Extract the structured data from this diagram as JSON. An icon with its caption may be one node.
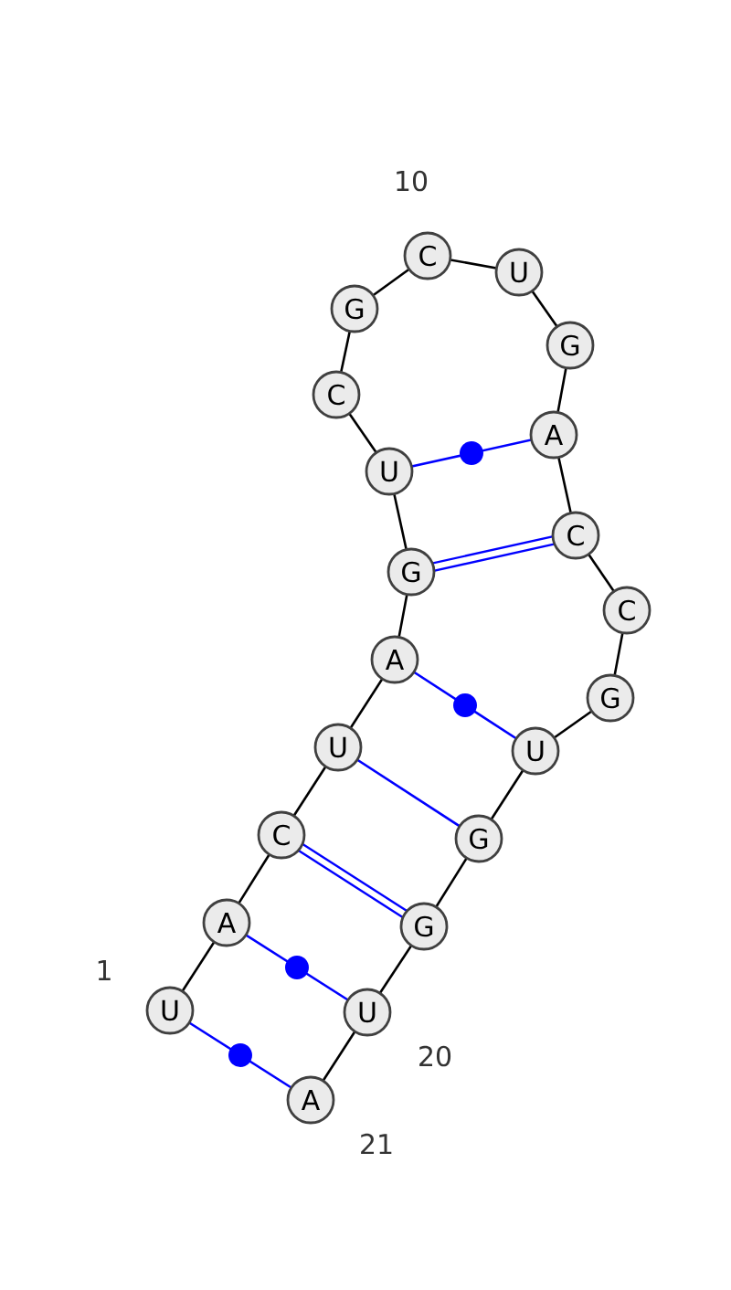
{
  "diagram": {
    "nodes": [
      {
        "text": [
          "U"
        ]
      },
      {
        "text": [
          "A"
        ]
      },
      {
        "text": [
          "C"
        ]
      },
      {
        "text": [
          "U"
        ]
      },
      {
        "text": [
          "A"
        ]
      },
      {
        "text": [
          "G"
        ]
      },
      {
        "text": [
          "U"
        ]
      },
      {
        "text": [
          "C"
        ]
      },
      {
        "text": [
          "G"
        ]
      },
      {
        "text": [
          "C"
        ]
      },
      {
        "text": [
          "U"
        ]
      },
      {
        "text": [
          "G"
        ]
      },
      {
        "text": [
          "A"
        ]
      },
      {
        "text": [
          "C"
        ]
      },
      {
        "text": [
          "C"
        ]
      },
      {
        "text": [
          "G"
        ]
      },
      {
        "text": [
          "U"
        ]
      },
      {
        "text": [
          "G"
        ]
      },
      {
        "text": [
          "G"
        ]
      },
      {
        "text": [
          "U"
        ]
      },
      {
        "text": [
          "A"
        ]
      }
    ],
    "edges": [
      {
        "from": 0,
        "to": 1,
        "arrow": "none"
      },
      {
        "from": 1,
        "to": 2,
        "arrow": "none"
      },
      {
        "from": 2,
        "to": 3,
        "arrow": "none"
      },
      {
        "from": 3,
        "to": 4,
        "arrow": "none"
      },
      {
        "from": 4,
        "to": 5,
        "arrow": "none"
      },
      {
        "from": 5,
        "to": 6,
        "arrow": "none"
      },
      {
        "from": 6,
        "to": 7,
        "arrow": "none"
      },
      {
        "from": 7,
        "to": 8,
        "arrow": "none"
      },
      {
        "from": 8,
        "to": 9,
        "arrow": "none"
      },
      {
        "from": 9,
        "to": 10,
        "arrow": "none"
      },
      {
        "from": 10,
        "to": 11,
        "arrow": "none"
      },
      {
        "from": 11,
        "to": 12,
        "arrow": "none"
      },
      {
        "from": 12,
        "to": 13,
        "arrow": "none"
      },
      {
        "from": 13,
        "to": 14,
        "arrow": "none"
      },
      {
        "from": 14,
        "to": 15,
        "arrow": "none"
      },
      {
        "from": 15,
        "to": 16,
        "arrow": "none"
      },
      {
        "from": 16,
        "to": 17,
        "arrow": "none"
      },
      {
        "from": 17,
        "to": 18,
        "arrow": "none"
      },
      {
        "from": 18,
        "to": 19,
        "arrow": "none"
      },
      {
        "from": 19,
        "to": 20,
        "arrow": "none"
      },
      {
        "from": 0,
        "to": 20,
        "arrow": "none",
        "color": "#0000ff"
      },
      {
        "from": 1,
        "to": 19,
        "arrow": "none",
        "color": "#0000ff"
      },
      {
        "from": 2,
        "to": 18,
        "arrow": "none",
        "style": "thick",
        "color": "#0000ff"
      },
      {
        "from": 3,
        "to": 17,
        "arrow": "none",
        "color": "#0000ff"
      },
      {
        "from": 4,
        "to": 16,
        "arrow": "none",
        "color": "#0000ff"
      },
      {
        "from": 5,
        "to": 13,
        "arrow": "none",
        "style": "thick",
        "color": "#0000ff"
      },
      {
        "from": 6,
        "to": 12,
        "arrow": "none",
        "color": "#0000ff"
      }
    ],
    "labels": [
      "10",
      "1",
      "20",
      "21"
    ]
  }
}
